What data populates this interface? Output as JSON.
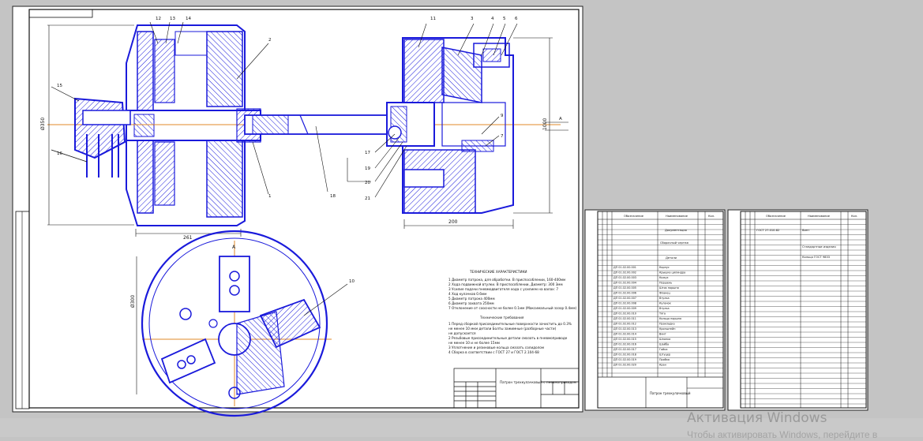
{
  "drawing": {
    "dims": {
      "left_height": "Ø350",
      "length_bottom": "261",
      "right_height": "1000",
      "jaw_len": "200",
      "face_dia": "Ø300"
    },
    "tech_requirements": {
      "title": "ТЕХНИЧЕСКИЕ ХАРАКТЕРИСТИКИ",
      "lines": [
        "1 Диаметр  патрона, для обработки. В приспособлении, 160-400мм",
        "2 Хода подвижной втулки. В приспособлении, Диаметр: 300 3мм",
        "3 Усилие подачи  пневмодвигателя хода с усилием на валах:  7",
        "4 Ход кулачков 0.6мм",
        "5 Диаметр патрона 400мм",
        "6 Диаметр захвата 250мм",
        "7 Отклонение от соосности  не более 0.1мм (Максимальный зазор 0.4мм)"
      ]
    },
    "tech_notes": {
      "title": "Технические требования",
      "lines": [
        "1 Перед сборкой присоединительные поверхности зачистить до 0.3%",
        "не менее 10 мкм детали  Болты  зажимные  (разборные части)",
        "не допускается",
        "2 Резьбовые присоединительные детали  смазать  в пневмоприводе",
        "не менее 10 и не более 15мм",
        "3 Уплотнение и резиновые  кольца смазать солидолом",
        "4 Сборка в соответствии с ГОСТ  27 и ГОСТ 2.104-68"
      ]
    },
    "title_block": {
      "name": "Патрон трехкулачковый с пневмоприводом"
    },
    "spec_sheet_1": {
      "headers": [
        "Обозначение",
        "Наименование",
        "Кол."
      ],
      "section": "Документация",
      "doc_row": "Сборочный чертеж",
      "assembly_section": "Детали",
      "rows": [
        {
          "des": "ДП 01.02.00.001",
          "name": "Корпус"
        },
        {
          "des": "ДП 01.02.00.002",
          "name": "Крышка цилиндра"
        },
        {
          "des": "ДП 01.02.00.003",
          "name": "Кожух"
        },
        {
          "des": "ДП 01.02.00.004",
          "name": "Поршень"
        },
        {
          "des": "ДП 01.02.00.005",
          "name": "Шток поршня"
        },
        {
          "des": "ДП 01.02.00.006",
          "name": "Фланец"
        },
        {
          "des": "ДП 01.02.00.007",
          "name": "Втулка"
        },
        {
          "des": "ДП 01.02.00.008",
          "name": "Кулачок"
        },
        {
          "des": "ДП 01.02.00.009",
          "name": "Втулка"
        },
        {
          "des": "ДП 01.02.00.010",
          "name": "Тяга"
        },
        {
          "des": "ДП 01.02.00.011",
          "name": "Кольцо поршня"
        },
        {
          "des": "ДП 01.02.00.012",
          "name": "Прокладка"
        },
        {
          "des": "ДП 01.02.00.013",
          "name": "Кронштейн"
        },
        {
          "des": "ДП 01.02.00.014",
          "name": "Винт"
        },
        {
          "des": "ДП 01.02.00.015",
          "name": "Шпонка"
        },
        {
          "des": "ДП 01.02.00.016",
          "name": "Шайба"
        },
        {
          "des": "ДП 01.02.00.017",
          "name": "Гайка"
        },
        {
          "des": "ДП 01.02.00.018",
          "name": "Штуцер"
        },
        {
          "des": "ДП 01.02.00.019",
          "name": "Пробка"
        },
        {
          "des": "ДП 01.02.00.020",
          "name": "Кран"
        }
      ],
      "title": "Патрон трехкулачковый"
    },
    "spec_sheet_2": {
      "headers": [
        "Обозначение",
        "Наименование",
        "Кол."
      ],
      "rows": [
        {
          "des": "ГОСТ 27.010-82",
          "name": "Винт"
        },
        {
          "des": "",
          "name": "Стандартные изделия"
        },
        {
          "des": "",
          "name": "Кольцо ГОСТ 9833"
        }
      ]
    }
  },
  "watermark": {
    "line1": "Активация Windows",
    "line2": "Чтобы активировать Windows, перейдите в"
  }
}
